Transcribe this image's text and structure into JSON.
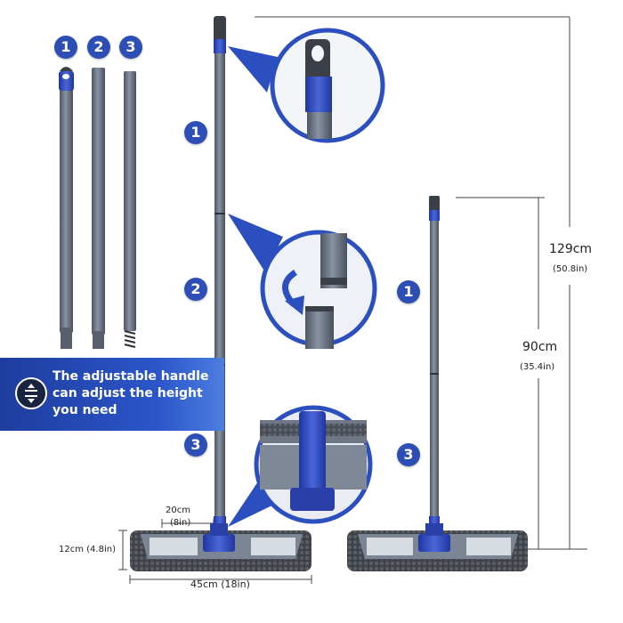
{
  "parts_badges": [
    "1",
    "2",
    "3"
  ],
  "tall_mop_badges": [
    "1",
    "2",
    "3"
  ],
  "short_mop_badges": [
    "1",
    "3"
  ],
  "banner": {
    "line1": "The adjustable handle",
    "line2": "can adjust the height",
    "line3": "you need",
    "icon": "adjust-height-icon"
  },
  "dimensions": {
    "max_height_cm": "129cm",
    "max_height_in": "(50.8in)",
    "min_height_cm": "90cm",
    "min_height_in": "(35.4in)",
    "head_depth_cm": "20cm",
    "head_depth_in": "(8in)",
    "head_height": "12cm (4.8in)",
    "head_width": "45cm (18in)"
  },
  "colors": {
    "accent": "#2d4fb5",
    "pole": "#6a7282",
    "mop_fringe": "#4a4e55"
  }
}
